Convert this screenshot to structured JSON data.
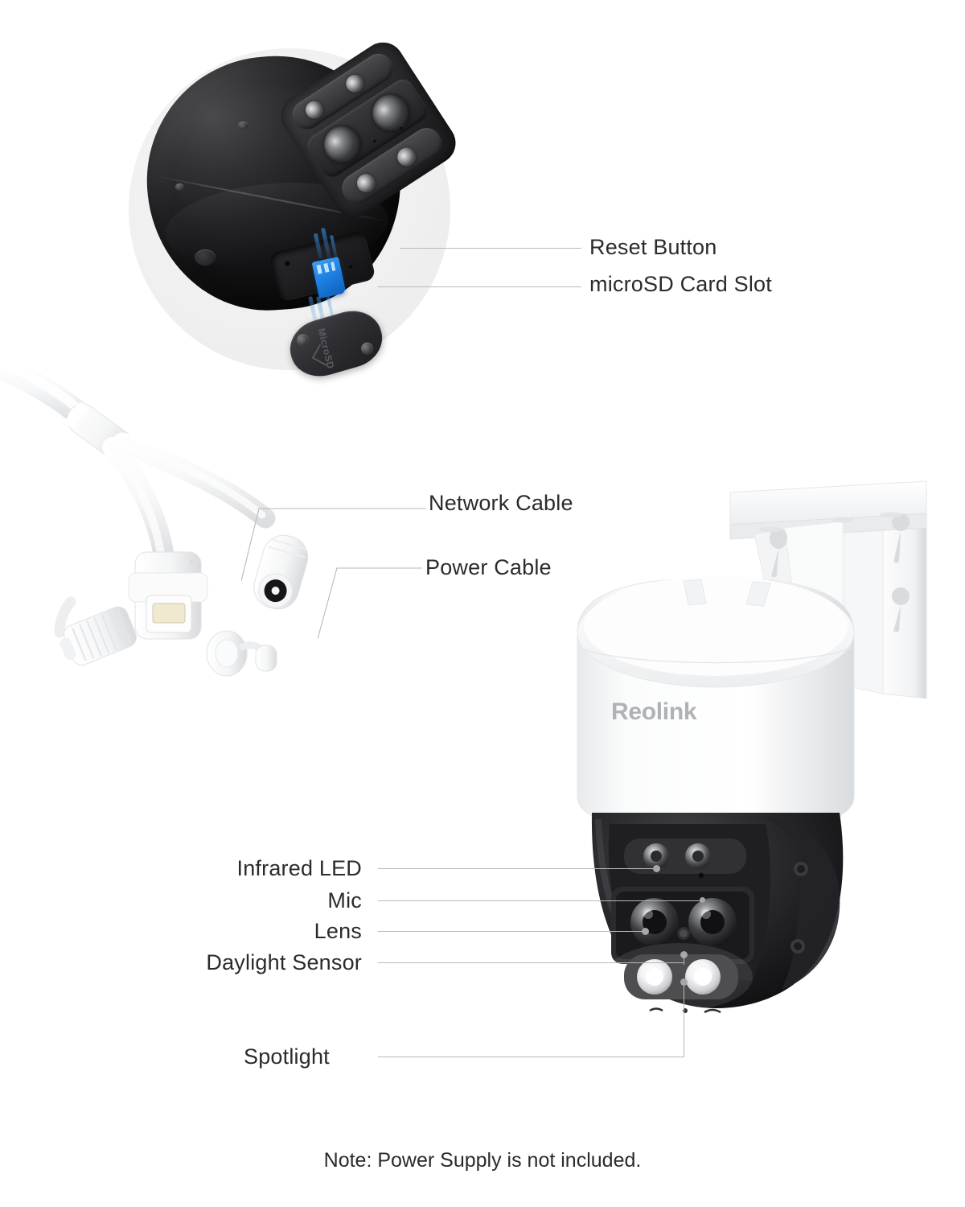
{
  "product": {
    "brand": "Reolink",
    "sd_cover_text": "MicroSD"
  },
  "inset": {
    "name": "camera-bottom-closeup",
    "callouts": [
      {
        "id": "reset-button",
        "label": "Reset Button"
      },
      {
        "id": "microsd-card-slot",
        "label": "microSD Card Slot"
      }
    ]
  },
  "cables": {
    "callouts": [
      {
        "id": "network-cable",
        "label": "Network Cable"
      },
      {
        "id": "power-cable",
        "label": "Power Cable"
      }
    ]
  },
  "camera": {
    "callouts": [
      {
        "id": "infrared-led",
        "label": "Infrared LED"
      },
      {
        "id": "mic",
        "label": "Mic"
      },
      {
        "id": "lens",
        "label": "Lens"
      },
      {
        "id": "daylight-sensor",
        "label": "Daylight Sensor"
      },
      {
        "id": "spotlight",
        "label": "Spotlight"
      }
    ]
  },
  "footer": {
    "note": "Note: Power Supply is not included."
  },
  "colors": {
    "label_text": "#2b2b2b",
    "leader_line": "#b9b9b9",
    "dot": "#a6a6a6",
    "inset_bg": "#efefef",
    "brand_text": "#b0b2b5",
    "sd_card_blue": "#1d7fe0",
    "body_white": "#ffffff",
    "dome_black": "#1d1d20"
  }
}
